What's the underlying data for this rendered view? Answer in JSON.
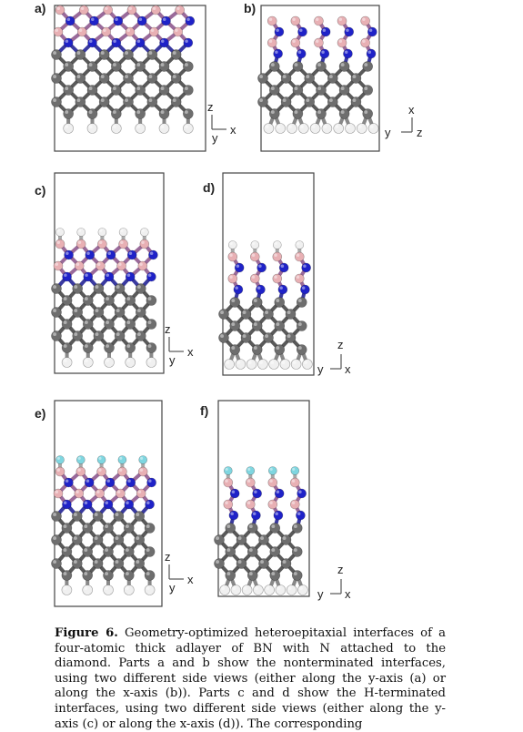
{
  "figure": {
    "panels": [
      {
        "label": "a)",
        "view": "side view along y-axis",
        "termination": "nonterminated",
        "axes": [
          "z",
          "x",
          "y"
        ]
      },
      {
        "label": "b)",
        "view": "side view along x-axis",
        "termination": "nonterminated",
        "axes": [
          "x",
          "z",
          "y"
        ]
      },
      {
        "label": "c)",
        "view": "side view along y-axis",
        "termination": "H-terminated",
        "axes": [
          "z",
          "x",
          "y"
        ]
      },
      {
        "label": "d)",
        "view": "side view along x-axis",
        "termination": "H-terminated",
        "axes": [
          "z",
          "x",
          "y"
        ]
      },
      {
        "label": "e)",
        "view": "side view along y-axis",
        "termination": "F-terminated",
        "axes": [
          "z",
          "x",
          "y"
        ]
      },
      {
        "label": "f)",
        "view": "side view along x-axis",
        "termination": "F-terminated",
        "axes": [
          "z",
          "x",
          "y"
        ]
      }
    ],
    "atom_colors": {
      "C": "#6e6e6e",
      "N": "#1f22c8",
      "B": "#e8b0b4",
      "H": "#f0f0f0",
      "F": "#7fd6e0",
      "frame": "#444444"
    }
  },
  "caption": {
    "label": "Figure 6.",
    "text": " Geometry-optimized heteroepitaxial interfaces of a four-atomic thick adlayer of BN with N attached to the diamond. Parts a and b show the nonterminated interfaces, using two different side views (either along the y-axis (a) or along the x-axis (b)). Parts c and d show the H-terminated interfaces, using two different side views (either along the y-axis (c) or along the x-axis (d)). The corresponding"
  }
}
